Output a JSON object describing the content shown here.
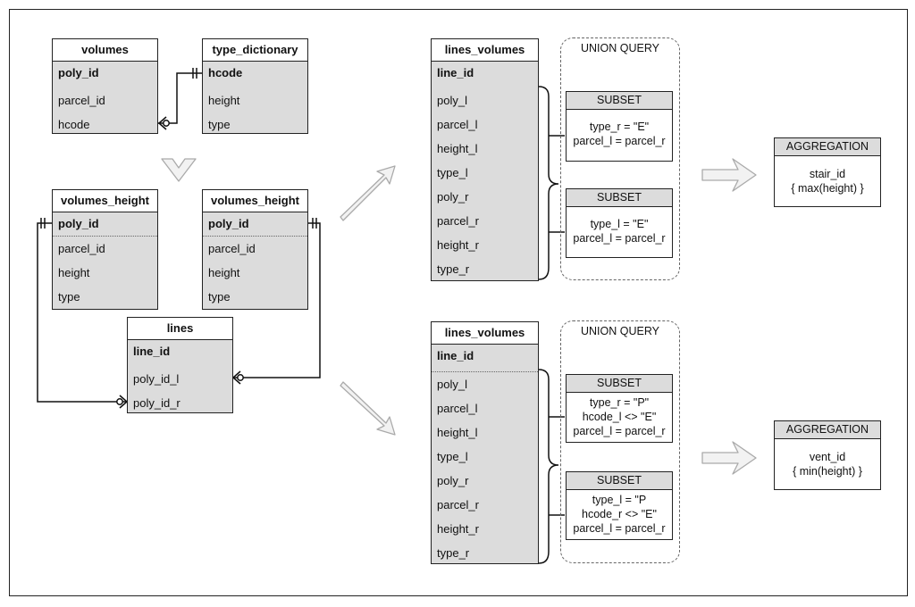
{
  "tables": {
    "volumes": {
      "title": "volumes",
      "pk": "poly_id",
      "fields": [
        "parcel_id",
        "hcode"
      ]
    },
    "type_dictionary": {
      "title": "type_dictionary",
      "pk": "hcode",
      "fields": [
        "height",
        "type"
      ]
    },
    "volumes_height_left": {
      "title": "volumes_height",
      "pk": "poly_id",
      "fields": [
        "parcel_id",
        "height",
        "type"
      ]
    },
    "volumes_height_right": {
      "title": "volumes_height",
      "pk": "poly_id",
      "fields": [
        "parcel_id",
        "height",
        "type"
      ]
    },
    "lines": {
      "title": "lines",
      "pk": "line_id",
      "fields": [
        "poly_id_l",
        "poly_id_r"
      ]
    },
    "lines_volumes_top": {
      "title": "lines_volumes",
      "pk": "line_id",
      "fields": [
        "poly_l",
        "parcel_l",
        "height_l",
        "type_l",
        "poly_r",
        "parcel_r",
        "height_r",
        "type_r"
      ]
    },
    "lines_volumes_bottom": {
      "title": "lines_volumes",
      "pk": "line_id",
      "fields": [
        "poly_l",
        "parcel_l",
        "height_l",
        "type_l",
        "poly_r",
        "parcel_r",
        "height_r",
        "type_r"
      ]
    }
  },
  "union_top": {
    "label": "UNION QUERY",
    "subset1": {
      "title": "SUBSET",
      "lines": [
        "type_r = \"E\"",
        "parcel_l = parcel_r"
      ]
    },
    "subset2": {
      "title": "SUBSET",
      "lines": [
        "type_l = \"E\"",
        "parcel_l = parcel_r"
      ]
    }
  },
  "union_bottom": {
    "label": "UNION QUERY",
    "subset1": {
      "title": "SUBSET",
      "lines": [
        "type_r = \"P\"",
        "hcode_l <> \"E\"",
        "parcel_l = parcel_r"
      ]
    },
    "subset2": {
      "title": "SUBSET",
      "lines": [
        "type_l = \"P",
        "hcode_r <> \"E\"",
        "parcel_l = parcel_r"
      ]
    }
  },
  "agg_top": {
    "title": "AGGREGATION",
    "lines": [
      "stair_id",
      "{ max(height) }"
    ]
  },
  "agg_bottom": {
    "title": "AGGREGATION",
    "lines": [
      "vent_id",
      "{ min(height) }"
    ]
  },
  "colors": {
    "header_fill": "#ffffff",
    "body_fill": "#dcdcdc",
    "arrow_fill": "#f2f2f2",
    "arrow_stroke": "#aaaaaa"
  }
}
